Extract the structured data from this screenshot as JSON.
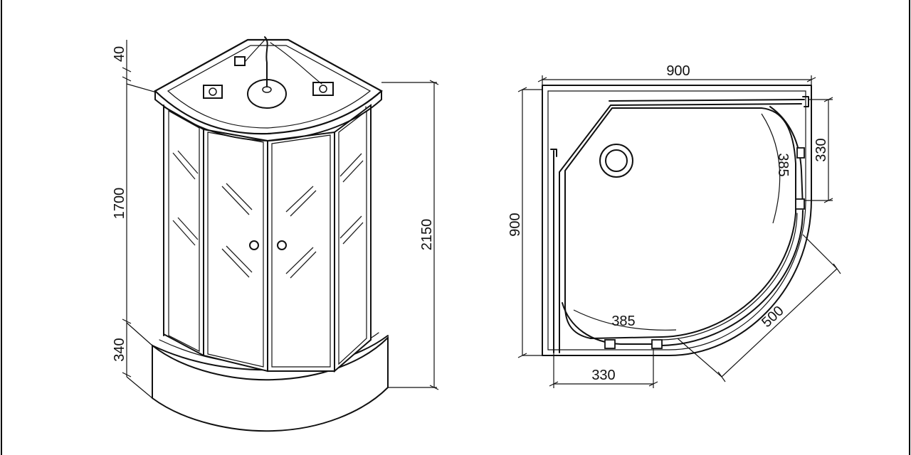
{
  "perspective_view": {
    "dims": {
      "roof_height": "40",
      "cabin_height": "1700",
      "tray_height": "340",
      "total_height": "2150"
    }
  },
  "plan_view": {
    "dims": {
      "top_width": "900",
      "left_depth": "900",
      "door_arc_right": "385",
      "fixed_panel_right": "330",
      "door_arc_bottom": "385",
      "fixed_panel_bottom": "330",
      "radius": "500"
    }
  }
}
